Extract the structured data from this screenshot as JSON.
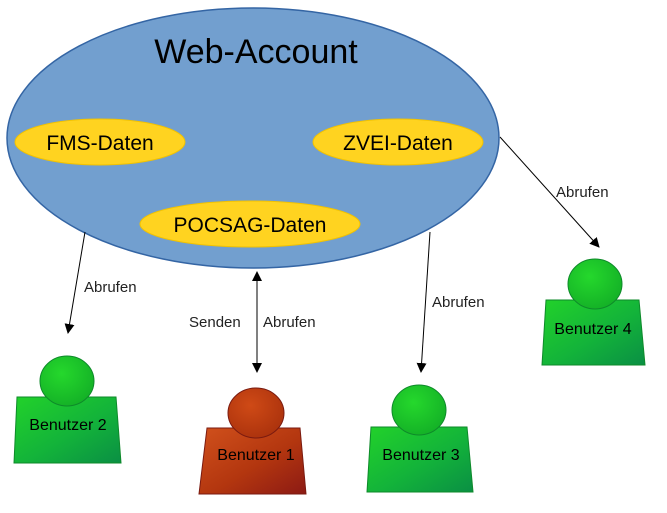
{
  "account": {
    "title": "Web-Account",
    "data_types": [
      "FMS-Daten",
      "ZVEI-Daten",
      "POCSAG-Daten"
    ]
  },
  "users": {
    "user1": "Benutzer 1",
    "user2": "Benutzer 2",
    "user3": "Benutzer 3",
    "user4": "Benutzer 4"
  },
  "arrows": {
    "to_user2": "Abrufen",
    "to_user3": "Abrufen",
    "to_user4": "Abrufen",
    "user1_send": "Senden",
    "user1_fetch": "Abrufen"
  },
  "colors": {
    "ellipse_fill": "#729fcf",
    "ellipse_stroke": "#3465a4",
    "data_oval": "#ffd320",
    "user_green": "#00a933",
    "user_red": "#c9211e"
  }
}
